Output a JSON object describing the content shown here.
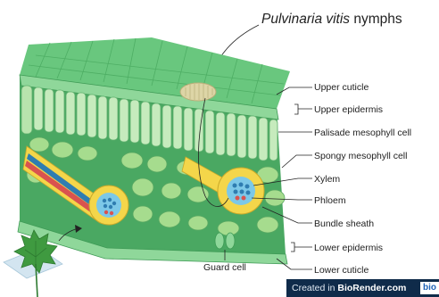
{
  "title": {
    "species": "Pulvinaria vitis",
    "suffix": " nymphs"
  },
  "labels": {
    "upper_cuticle": "Upper cuticle",
    "upper_epidermis": "Upper epidermis",
    "palisade": "Palisade mesophyll cell",
    "spongy": "Spongy mesophyll cell",
    "xylem": "Xylem",
    "phloem": "Phloem",
    "bundle_sheath": "Bundle sheath",
    "lower_epidermis": "Lower epidermis",
    "lower_cuticle": "Lower cuticle",
    "guard_cell": "Guard cell"
  },
  "credit": {
    "prefix": "Created in ",
    "brand": "BioRender.com",
    "badge": "bio"
  },
  "colors": {
    "top_face": "#69c77e",
    "epidermis": "#8fd79a",
    "palisade": "#c6ebbd",
    "spongy": "#a6dc8e",
    "air_space": "#3f9b57",
    "bundle_sheath": "#f4d64a",
    "xylem": "#2f7db1",
    "phloem": "#d9534f",
    "vein_core": "#7cc8e8",
    "nymph": "#ddd5a6",
    "leaf_icon": "#3f9a40",
    "credit_bg": "#0f2b4a"
  }
}
